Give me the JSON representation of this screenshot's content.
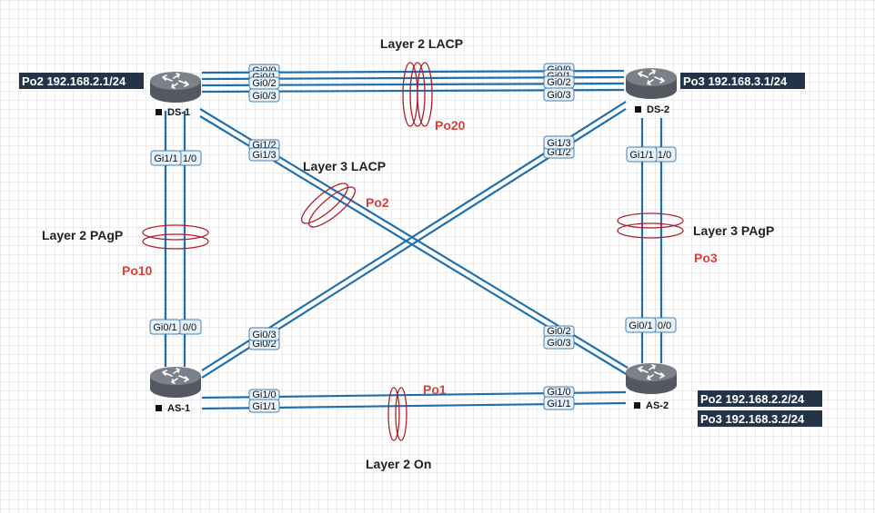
{
  "colors": {
    "link": "#1f6fad",
    "link_dark": "#145a8c",
    "bundle_ring": "#b0202a",
    "bundle_label": "#d9403a",
    "ip_label_bg": "#243447",
    "ip_label_text": "#ffffff",
    "router_body": "#545860",
    "router_top": "#7c8088",
    "iface_fill": "#e6f1fa",
    "iface_stroke": "#4a7fb0"
  },
  "devices": {
    "ds1": {
      "name": "DS-1",
      "icon": "router-icon"
    },
    "ds2": {
      "name": "DS-2",
      "icon": "router-icon"
    },
    "as1": {
      "name": "AS-1",
      "icon": "router-icon"
    },
    "as2": {
      "name": "AS-2",
      "icon": "router-icon"
    }
  },
  "ip_labels": {
    "ds1_po2": "Po2 192.168.2.1/24",
    "ds2_po3": "Po3 192.168.3.1/24",
    "as2_po2": "Po2 192.168.2.2/24",
    "as2_po3": "Po3 192.168.3.2/24"
  },
  "groups": {
    "top": {
      "type": "Layer 2 LACP",
      "po": "Po20"
    },
    "left": {
      "type": "Layer 2 PAgP",
      "po": "Po10"
    },
    "diag": {
      "type": "Layer 3 LACP",
      "po": "Po2"
    },
    "right": {
      "type": "Layer 3 PAgP",
      "po": "Po3"
    },
    "bottom": {
      "type": "Layer 2 On",
      "po": "Po1"
    }
  },
  "interfaces": {
    "ds1_top": [
      "Gi0/0",
      "Gi0/1",
      "Gi0/2",
      "Gi0/3"
    ],
    "ds2_top": [
      "Gi0/0",
      "Gi0/1",
      "Gi0/2",
      "Gi0/3"
    ],
    "ds1_diag": [
      "Gi1/2",
      "Gi1/3"
    ],
    "ds1_down": [
      "Gi1/1",
      "1/0"
    ],
    "ds2_diag": [
      "Gi1/3",
      "Gi1/2"
    ],
    "ds2_down": [
      "Gi1/1",
      "1/0"
    ],
    "as1_up": [
      "Gi0/1",
      "0/0"
    ],
    "as1_diag": [
      "Gi0/3",
      "Gi0/2"
    ],
    "as1_bottom": [
      "Gi1/0",
      "Gi1/1"
    ],
    "as2_up": [
      "Gi0/1",
      "0/0"
    ],
    "as2_diag": [
      "Gi0/2",
      "Gi0/3"
    ],
    "as2_bottom": [
      "Gi1/0",
      "Gi1/1"
    ]
  }
}
